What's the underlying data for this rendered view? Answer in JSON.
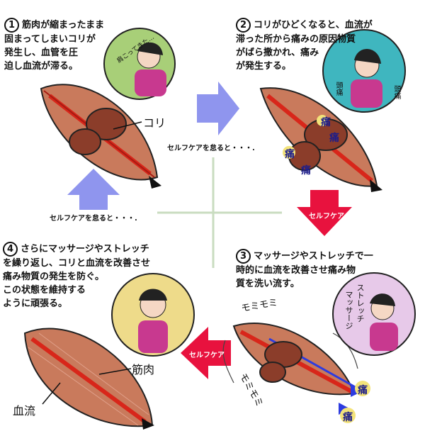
{
  "steps": [
    {
      "number": "1",
      "text": "筋肉が縮まったまま\n固まってしまいコリが\n発生し、血管を圧\n迫し血流が滞る。"
    },
    {
      "number": "2",
      "text": "コリがひどくなると、血流が\n滞った所から痛みの原因物質\nがばら撒かれ、痛み\nが発生する。"
    },
    {
      "number": "3",
      "text": "マッサージやストレッチで一\n時的に血流を改善させ痛み物\n質を洗い流す。"
    },
    {
      "number": "4",
      "text": "さらにマッサージやストレッチ\nを繰り返し、コリと血流を改善させ\n痛み物質の発生を防ぐ。\n  この状態を維持する\nように頑張る。"
    }
  ],
  "labels": {
    "kori": "コリ",
    "kinniku": "筋肉",
    "ketsuryu": "血流",
    "pain": "痛",
    "neglect_1": "セルフケアを怠ると・・・.",
    "neglect_2": "セルフケアを怠ると・・・.",
    "selfcare_down": "セルフケア",
    "selfcare_left": "セルフケア",
    "stiff_shoulder": "肩こってきた…",
    "headache": "頭痛",
    "stretch": "ストレッチ",
    "massage": "マッサージ",
    "rub": "モミモミ"
  },
  "colors": {
    "arrow_blue": "#8f95ee",
    "arrow_red": "#e8123e",
    "muscle": "#c97a5c",
    "muscle_dark": "#8b3d2a",
    "vessel": "#d8261a",
    "cross": "#c9dcc0",
    "circle_green": "#a8cf78",
    "circle_teal": "#3fb6bf",
    "circle_pink": "#e7c9e9",
    "circle_yellow": "#eedb8a"
  }
}
